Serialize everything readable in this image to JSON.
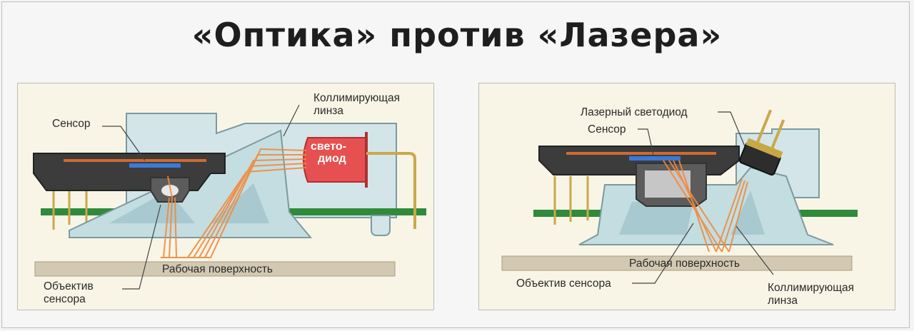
{
  "title": "«Оптика» против «Лазера»",
  "left_panel": {
    "sensor": "Сенсор",
    "collim_line1": "Коллимирующая",
    "collim_line2": "линза",
    "led_line1": "свето-",
    "led_line2": "диод",
    "surface": "Рабочая поверхность",
    "objective_line1": "Объектив",
    "objective_line2": "сенсора"
  },
  "right_panel": {
    "laser_led": "Лазерный светодиод",
    "sensor": "Сенсор",
    "surface": "Рабочая поверхность",
    "objective": "Объектив сенсора",
    "collim_line1": "Коллимирующая",
    "collim_line2": "линза"
  },
  "colors": {
    "housing": "#cfe3e6",
    "sensor_bar": "#3c3c3c",
    "pcb": "#2f8a3a",
    "led": "#e04040",
    "beam": "#f08a3c",
    "surface": "#d2c8b2"
  }
}
